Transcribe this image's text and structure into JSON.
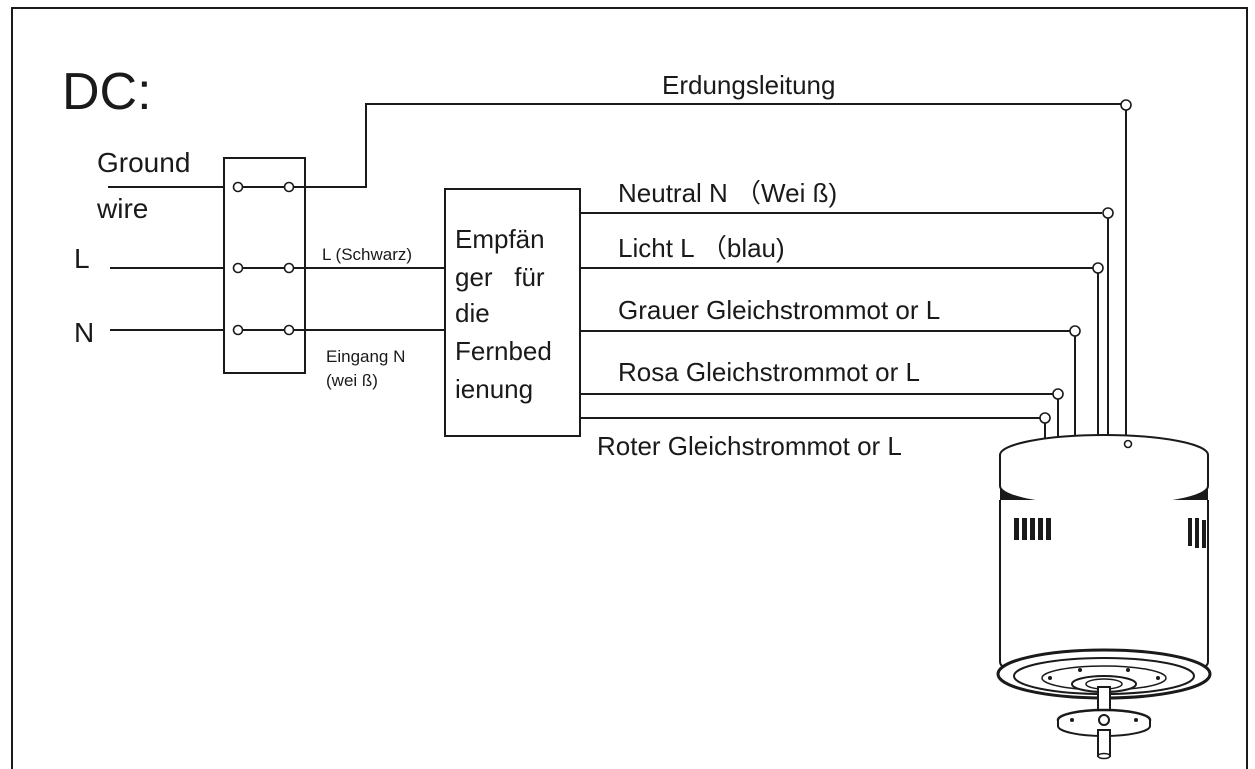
{
  "title": "DC:",
  "ground_wire": {
    "line1": "Ground",
    "line2": "wire"
  },
  "input_L": "L",
  "input_N": "N",
  "wire_L_black": "L (Schwarz)",
  "wire_N_input": {
    "line1": "Eingang N",
    "line2": "(wei ß)"
  },
  "receiver": {
    "lines": [
      "Empfän",
      "ger   für",
      "die",
      "Fernbed",
      "ienung"
    ]
  },
  "outputs": {
    "ground": "Erdungsleitung",
    "neutral": "Neutral N （Wei ß)",
    "light": "Licht L （blau)",
    "grey": "Grauer Gleichstrommot or L",
    "pink": "Rosa Gleichstrommot or L",
    "red": "Roter Gleichstrommot or L"
  }
}
